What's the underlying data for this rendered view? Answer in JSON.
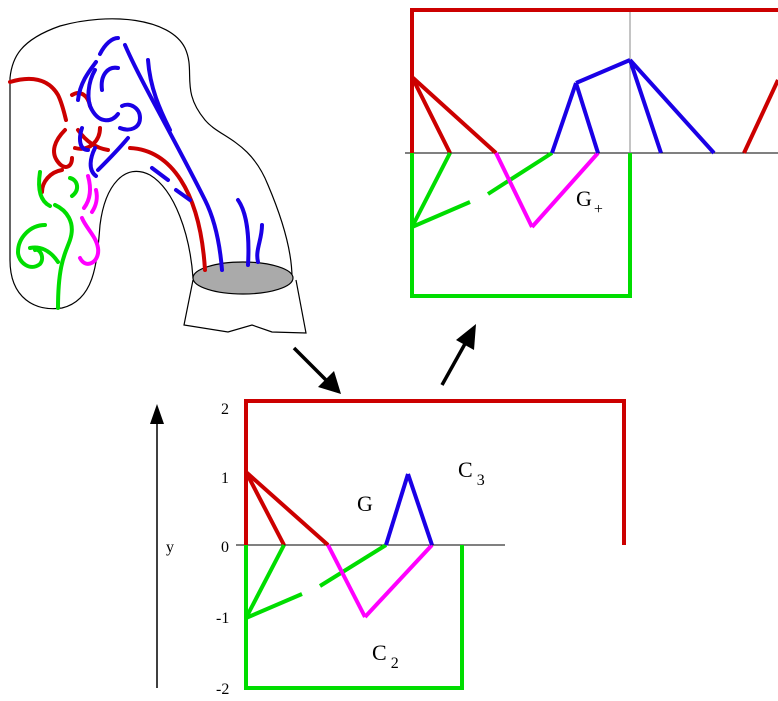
{
  "labels": {
    "g": "G",
    "g_plus_main": "G",
    "g_plus_sub": "+",
    "c3_main": "C",
    "c3_sub": "3",
    "c2_main": "C",
    "c2_sub": "2",
    "y_axis": "y"
  },
  "y_ticks": [
    "2",
    "1",
    "0",
    "-1",
    "-2"
  ],
  "colors": {
    "red": "#cc0000",
    "green": "#00dd00",
    "blue": "#1a00e6",
    "magenta": "#ff00ff",
    "gray": "#aaaaaa",
    "black": "#000000"
  }
}
